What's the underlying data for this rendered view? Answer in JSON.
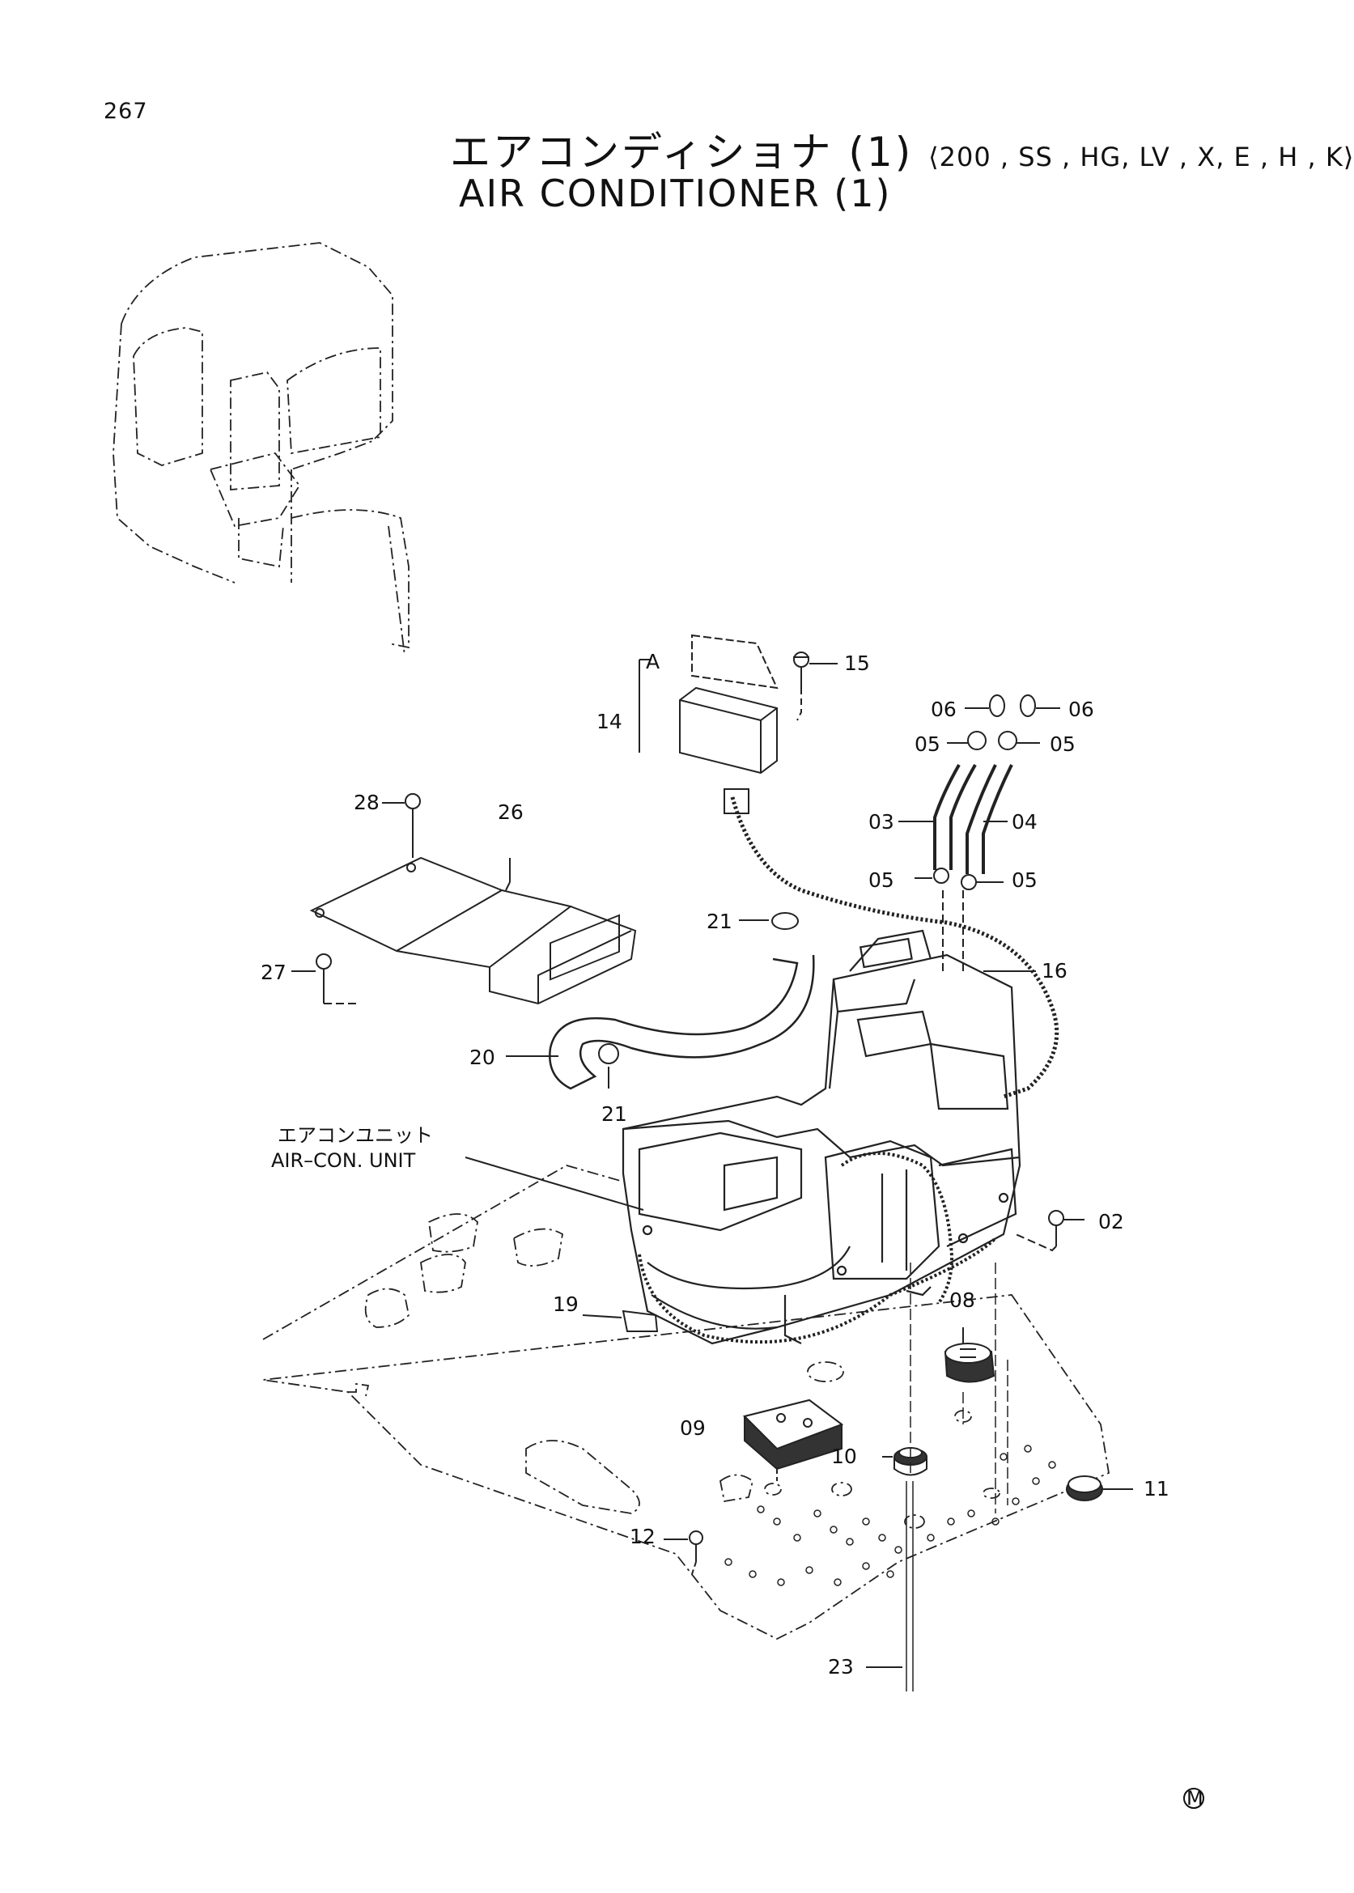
{
  "page": {
    "number": "267"
  },
  "title": {
    "jp": "エアコンディショナ (1)",
    "variants": "⟨200 , SS , HG, LV , X, E , H , K⟩",
    "en": "AIR CONDITIONER (1)"
  },
  "view_label": "A",
  "unit_label": {
    "jp": "エアコンユニット",
    "en": "AIR–CON. UNIT"
  },
  "callouts": [
    "02",
    "03",
    "04",
    "05",
    "05",
    "05",
    "05",
    "06",
    "06",
    "08",
    "09",
    "10",
    "11",
    "12",
    "14",
    "15",
    "16",
    "19",
    "20",
    "21",
    "21",
    "23",
    "26",
    "27",
    "28"
  ],
  "footer_mark": "M"
}
